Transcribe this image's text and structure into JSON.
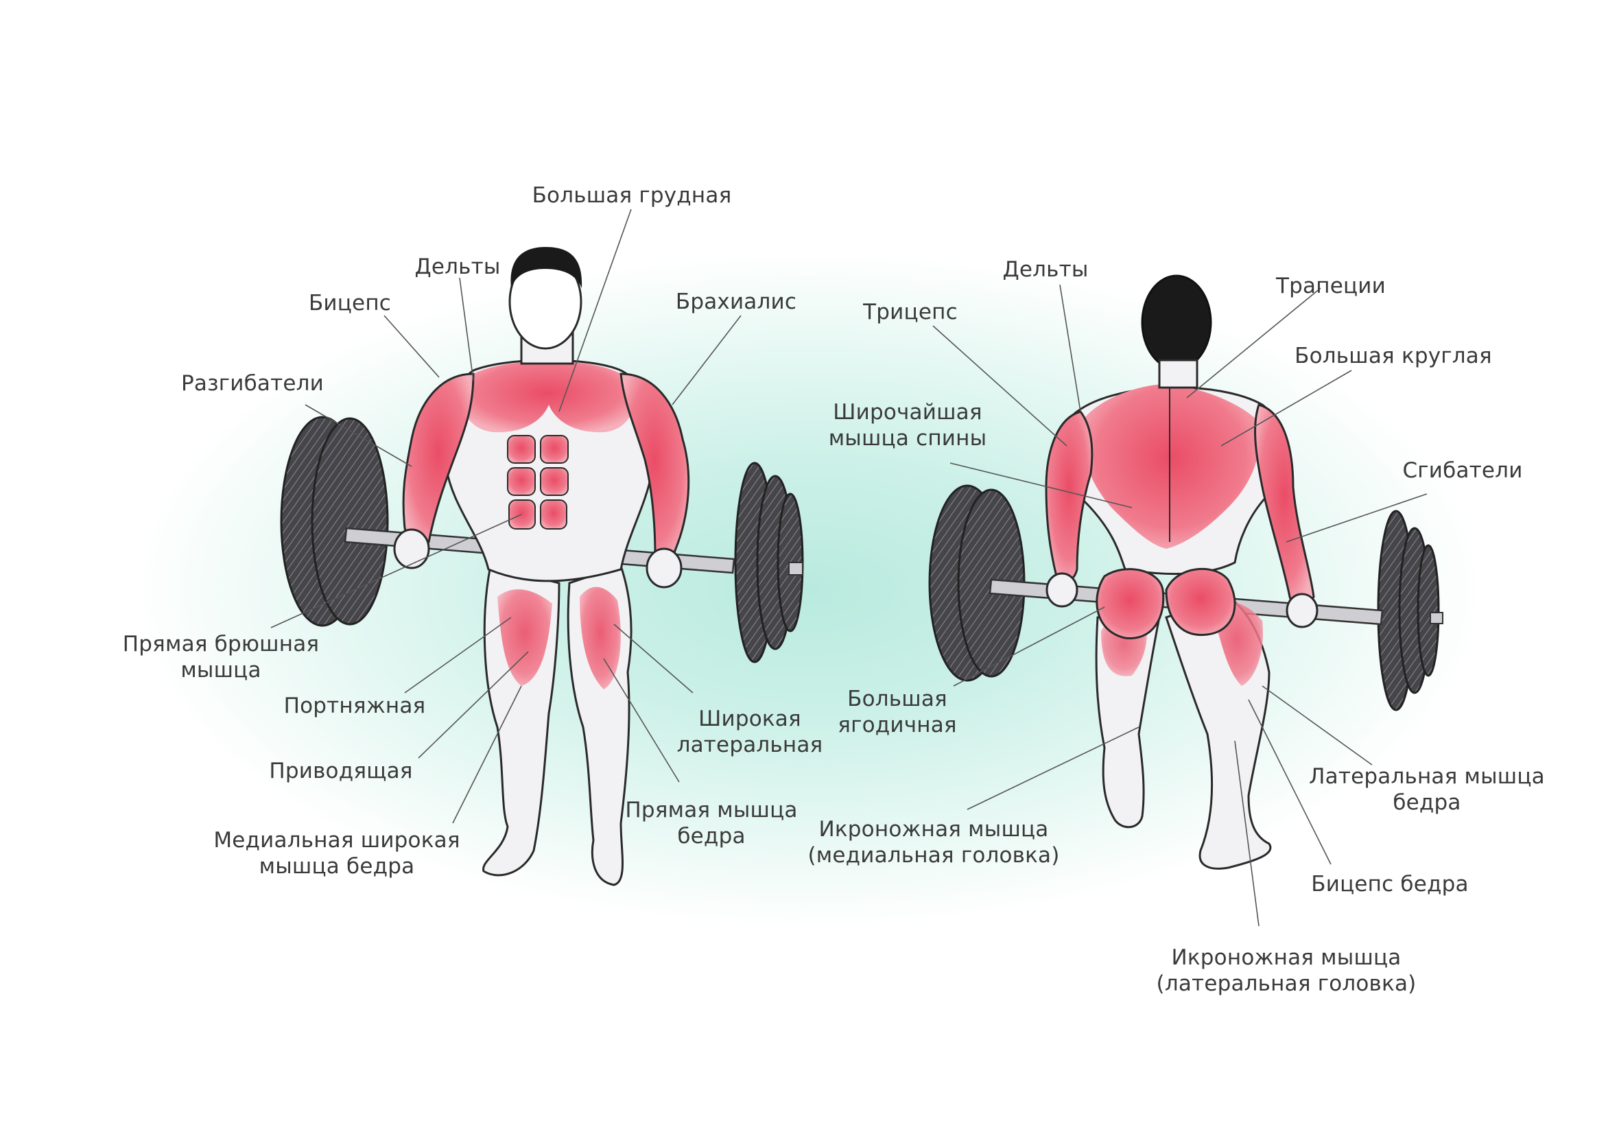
{
  "colors": {
    "background_glow": "#c4eee4",
    "muscle_highlight": "#ee6b80",
    "body_fill": "#f2f2f4",
    "outline": "#2a2a2a",
    "hair": "#1a1a1a",
    "plate": "#3b3b3f",
    "bar": "#c9c9cd",
    "label_text": "#3a3a3a",
    "leader_line": "#555555"
  },
  "front_view": {
    "labels": {
      "pectoralis": "Большая грудная",
      "delts": "Дельты",
      "biceps": "Бицепс",
      "brachialis": "Брахиалис",
      "extensors": "Разгибатели",
      "rectus_abdominis_1": "Прямая брюшная",
      "rectus_abdominis_2": "мышца",
      "sartorius": "Портняжная",
      "adductor": "Приводящая",
      "vastus_medialis_1": "Медиальная широкая",
      "vastus_medialis_2": "мышца бедра",
      "vastus_lateralis_1": "Широкая",
      "vastus_lateralis_2": "латеральная",
      "rectus_femoris_1": "Прямая мышца",
      "rectus_femoris_2": "бедра"
    }
  },
  "back_view": {
    "labels": {
      "delts": "Дельты",
      "trapezius": "Трапеции",
      "triceps": "Трицепс",
      "teres_major": "Большая круглая",
      "latissimus_1": "Широчайшая",
      "latissimus_2": "мышца спины",
      "flexors": "Сгибатели",
      "gluteus_1": "Большая",
      "gluteus_2": "ягодичная",
      "biceps_femoris_lat_1": "Латеральная мышца",
      "biceps_femoris_lat_2": "бедра",
      "gastrocnemius_med_1": "Икроножная мышца",
      "gastrocnemius_med_2": "(медиальная головка)",
      "biceps_femoris": "Бицепс бедра",
      "gastrocnemius_lat_1": "Икроножная мышца",
      "gastrocnemius_lat_2": "(латеральная головка)"
    }
  }
}
